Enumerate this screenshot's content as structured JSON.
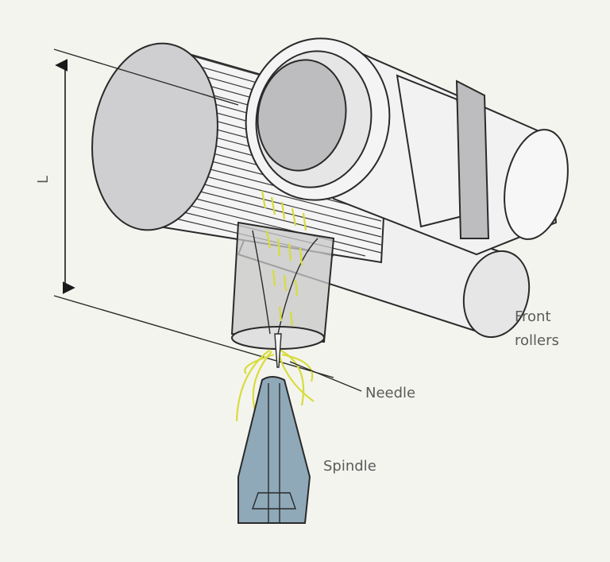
{
  "labels": {
    "length": "L",
    "front_rollers_line1": "Front",
    "front_rollers_line2": "rollers",
    "needle": "Needle",
    "spindle": "Spindle"
  },
  "colors": {
    "background": "#f4f4ef",
    "outline": "#2a2a2a",
    "roller_face": "#cfcfd1",
    "roller_body": "#f2f2f2",
    "bearing_ring": "#bdbdbf",
    "fiber": "#d8dc3c",
    "spindle": "#8fa9b9",
    "funnel": "#c8c8c8",
    "label_text": "#5a5a5a"
  }
}
